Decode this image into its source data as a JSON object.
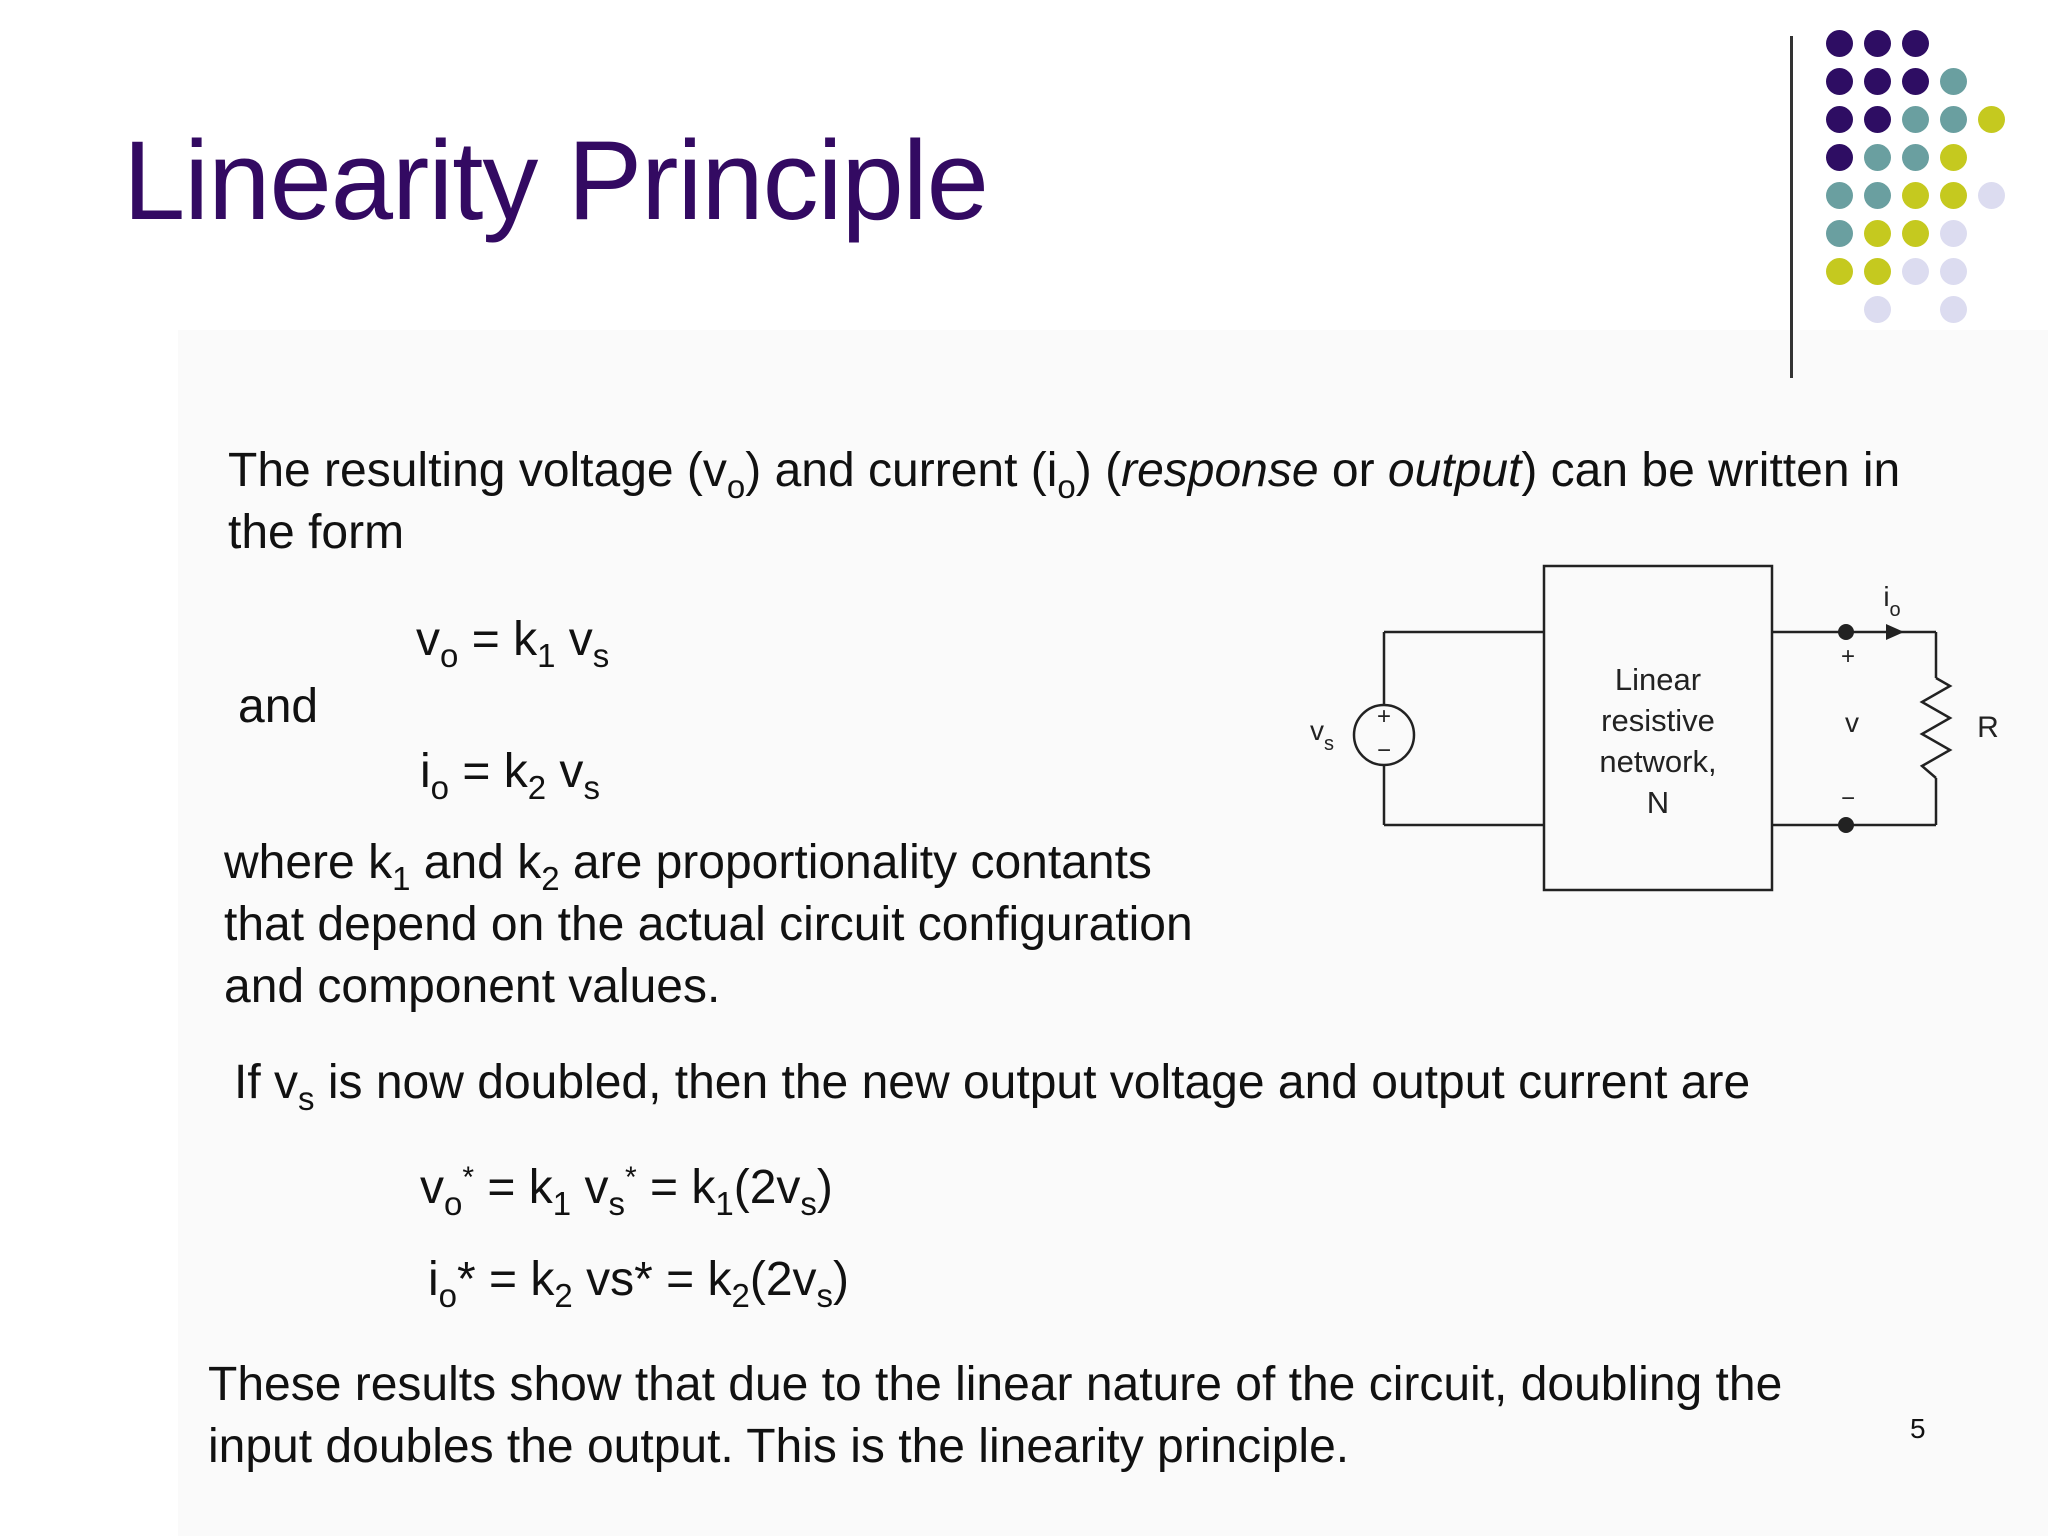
{
  "title": "Linearity Principle",
  "intro": {
    "a": "The resulting voltage (v",
    "sub1": "o",
    "b": ") and current (i",
    "sub2": "o",
    "c": ") (",
    "em1": "response",
    "d": " or ",
    "em2": "output",
    "e": ") can be written in",
    "line2": "the form"
  },
  "eq1": {
    "lhs": "v",
    "lhs_sub": "o",
    "mid": " = k",
    "k_sub": "1",
    "rhs": " v",
    "rhs_sub": "s"
  },
  "and_label": "and",
  "eq2": {
    "lhs": "i",
    "lhs_sub": "o",
    "mid": " = k",
    "k_sub": "2",
    "rhs": " v",
    "rhs_sub": "s"
  },
  "where": {
    "a": "where k",
    "sub1": "1",
    "b": " and k",
    "sub2": "2",
    "c": " are proportionality contants",
    "line2": "that depend on the actual circuit configuration",
    "line3": "and component values."
  },
  "if_line": {
    "a": "If v",
    "sub": "s",
    "b": " is now doubled, then the new output voltage and output current are"
  },
  "eq3": {
    "lhs": "v",
    "lhs_sub": "o",
    "lhs_sup": "*",
    "mid": " = k",
    "k_sub": "1",
    "mid2": " v",
    "vs_sub": "s",
    "vs_sup": "*",
    "eq": " = k",
    "k2_sub": "1",
    "rhs": "(2v",
    "rhs_sub": "s",
    "rhs_end": ")"
  },
  "eq4": {
    "lhs": "i",
    "lhs_sub": "o",
    "lhs_star": "* = k",
    "k_sub": "2",
    "mid": " vs* = k",
    "k2_sub": "2",
    "rhs": "(2v",
    "rhs_sub": "s",
    "rhs_end": ")"
  },
  "conclusion": {
    "line1": "These results show that due to the linear nature of the circuit, doubling the",
    "line2": "input doubles the output. This is the linearity principle."
  },
  "circuit": {
    "source_label": "v",
    "source_sub": "s",
    "source_plus": "+",
    "source_minus": "−",
    "box_lines": [
      "Linear",
      "resistive",
      "network,",
      "N"
    ],
    "current_label": "i",
    "current_sub": "o",
    "plus": "+",
    "minus": "−",
    "v_label": "v",
    "r_label": "R"
  },
  "page_number": "5",
  "colors": {
    "title": "#330a62",
    "dot_purple": "#2e0d63",
    "dot_teal": "#6a9fa0",
    "dot_yellow": "#c5c91f",
    "dot_lavender": "#dcdcf0"
  }
}
